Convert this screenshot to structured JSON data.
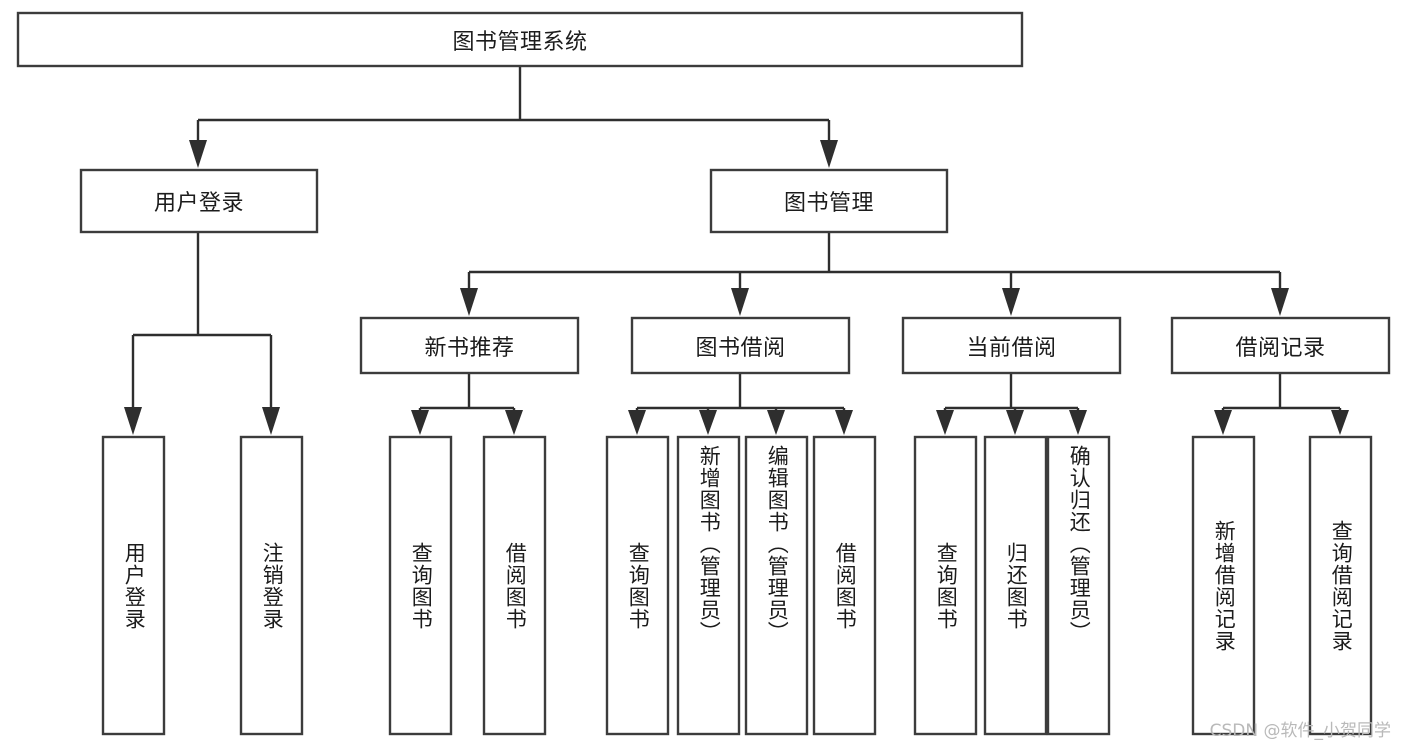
{
  "diagram": {
    "type": "tree",
    "title": "图书管理系统",
    "root": {
      "label": "图书管理系统"
    },
    "level2": [
      {
        "label": "用户登录"
      },
      {
        "label": "图书管理"
      }
    ],
    "level3": [
      {
        "label": "新书推荐"
      },
      {
        "label": "图书借阅"
      },
      {
        "label": "当前借阅"
      },
      {
        "label": "借阅记录"
      }
    ],
    "leaves": {
      "user_login": [
        {
          "label": "用户登录"
        },
        {
          "label": "注销登录"
        }
      ],
      "new_book_recommend": [
        {
          "label": "查询图书"
        },
        {
          "label": "借阅图书"
        }
      ],
      "book_borrow": [
        {
          "label": "查询图书"
        },
        {
          "label": "新增图书（管理员）"
        },
        {
          "label": "编辑图书（管理员）"
        },
        {
          "label": "借阅图书"
        }
      ],
      "current_borrow": [
        {
          "label": "查询图书"
        },
        {
          "label": "归还图书"
        },
        {
          "label": "确认归还（管理员）"
        }
      ],
      "borrow_record": [
        {
          "label": "新增借阅记录"
        },
        {
          "label": "查询借阅记录"
        }
      ]
    }
  },
  "watermark": {
    "text": "CSDN @软件_小贺同学"
  },
  "colors": {
    "box_stroke": "#3c3c3c",
    "connector": "#2e2e2e",
    "text": "#1c1c1c",
    "background": "#ffffff",
    "watermark": "#b9b9b9"
  }
}
